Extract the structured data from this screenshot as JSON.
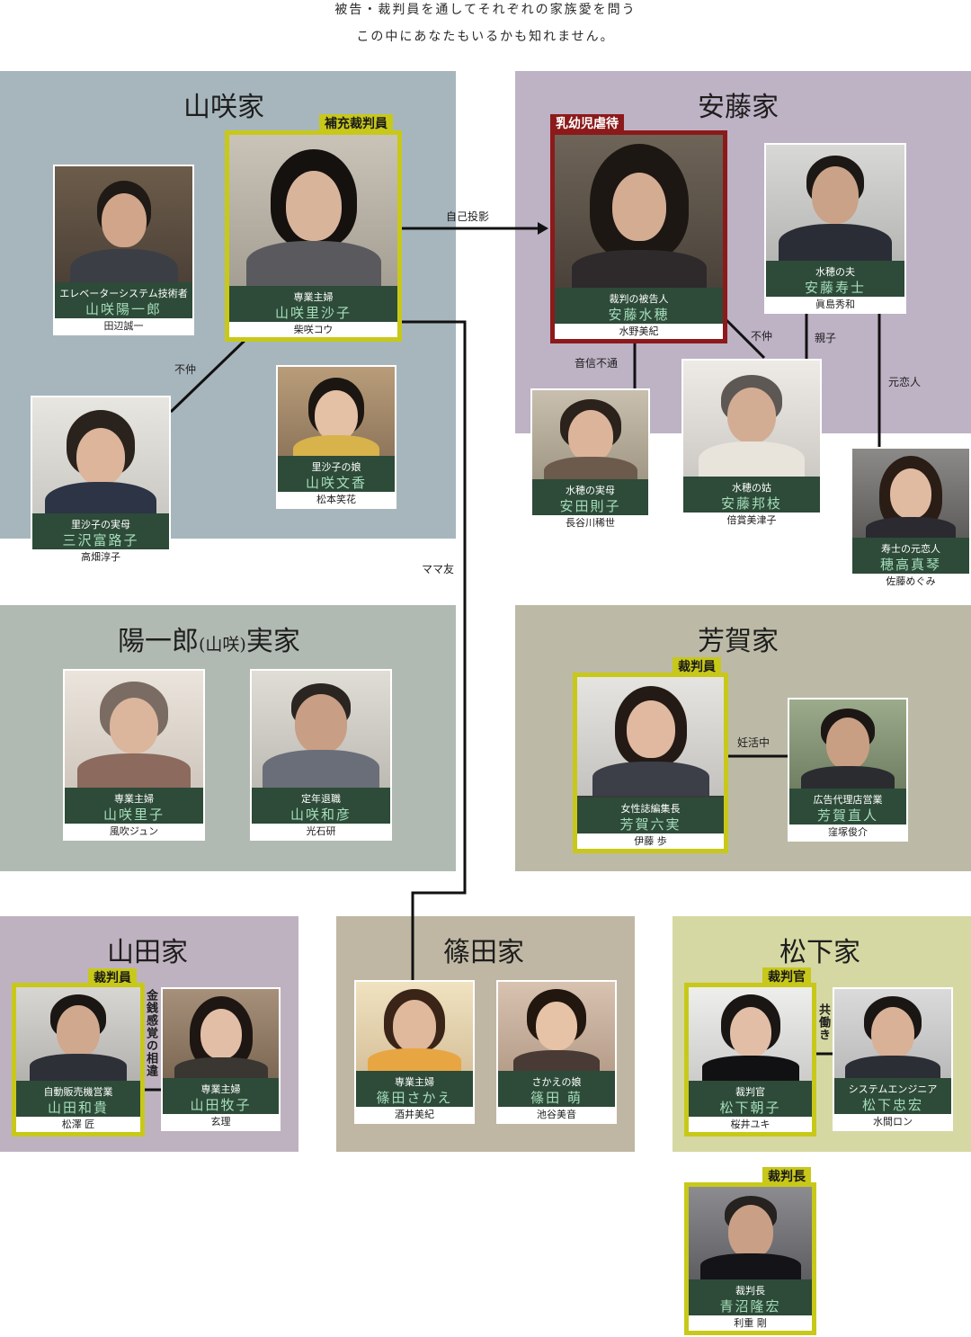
{
  "header": {
    "line1": "被告・裁判員を通してそれぞれの家族愛を問う",
    "line2": "この中にあなたもいるかも知れません。"
  },
  "families": {
    "yamasaki": "山咲家",
    "ando": "安藤家",
    "yoichiro_main": "陽一郎",
    "yoichiro_paren": "(山咲)",
    "yoichiro_tail": "実家",
    "haga": "芳賀家",
    "yamada": "山田家",
    "shinoda": "篠田家",
    "matsushita": "松下家"
  },
  "tags": {
    "risako": "補充裁判員",
    "mizuho": "乳幼児虐待",
    "mutsumi": "裁判員",
    "kazuki": "裁判員",
    "asako": "裁判官",
    "aonuma": "裁判長"
  },
  "relations": {
    "jiko": "自己投影",
    "fuwa1": "不仲",
    "mamatomo": "ママ友",
    "onshin": "音信不通",
    "fuwa2": "不仲",
    "oyako": "親子",
    "motokoibito": "元恋人",
    "ninkatsu": "妊活中",
    "kinsen": "金銭感覚の相違",
    "tomobataraki": "共働き"
  },
  "people": {
    "yoichiro": {
      "role": "エレベーターシステム技術者",
      "name": "山咲陽一郎",
      "actor": "田辺誠一"
    },
    "risako": {
      "role": "専業主婦",
      "name": "山咲里沙子",
      "actor": "柴咲コウ"
    },
    "fumika": {
      "role": "里沙子の娘",
      "name": "山咲文香",
      "actor": "松本笑花"
    },
    "fujiko": {
      "role": "里沙子の実母",
      "name": "三沢富路子",
      "actor": "高畑淳子"
    },
    "mizuho": {
      "role": "裁判の被告人",
      "name": "安藤水穂",
      "actor": "水野美紀"
    },
    "hisashi": {
      "role": "水穂の夫",
      "name": "安藤寿士",
      "actor": "眞島秀和"
    },
    "noriko": {
      "role": "水穂の実母",
      "name": "安田則子",
      "actor": "長谷川稀世"
    },
    "kunie": {
      "role": "水穂の姑",
      "name": "安藤邦枝",
      "actor": "倍賞美津子"
    },
    "makoto": {
      "role": "寿士の元恋人",
      "name": "穂高真琴",
      "actor": "佐藤めぐみ"
    },
    "satoko": {
      "role": "専業主婦",
      "name": "山咲里子",
      "actor": "風吹ジュン"
    },
    "kazuhiko": {
      "role": "定年退職",
      "name": "山咲和彦",
      "actor": "光石研"
    },
    "mutsumi": {
      "role": "女性誌編集長",
      "name": "芳賀六実",
      "actor": "伊藤 歩"
    },
    "naoto": {
      "role": "広告代理店営業",
      "name": "芳賀直人",
      "actor": "窪塚俊介"
    },
    "kazuki": {
      "role": "自動販売機営業",
      "name": "山田和貴",
      "actor": "松澤 匠"
    },
    "makiko": {
      "role": "専業主婦",
      "name": "山田牧子",
      "actor": "玄理"
    },
    "sakae": {
      "role": "専業主婦",
      "name": "篠田さかえ",
      "actor": "酒井美紀"
    },
    "moe": {
      "role": "さかえの娘",
      "name": "篠田 萌",
      "actor": "池谷美音"
    },
    "asako": {
      "role": "裁判官",
      "name": "松下朝子",
      "actor": "桜井ユキ"
    },
    "tadahiro": {
      "role": "システムエンジニア",
      "name": "松下忠宏",
      "actor": "水間ロン"
    },
    "aonuma": {
      "role": "裁判長",
      "name": "青沼隆宏",
      "actor": "利重 剛"
    }
  },
  "colors": {
    "yamasaki_bg": "#a7b6bd",
    "ando_bg": "#beb2c5",
    "yoichiro_bg": "#b1bab2",
    "haga_bg": "#bcbaa7",
    "yamada_bg": "#bfb2c0",
    "shinoda_bg": "#bfb7a3",
    "matsushita_bg": "#d5d8a2",
    "highlight": "#c8c81a",
    "accused": "#8c1a1a",
    "name_text": "#a6ddbd",
    "info_bg": "#2d4b38"
  }
}
